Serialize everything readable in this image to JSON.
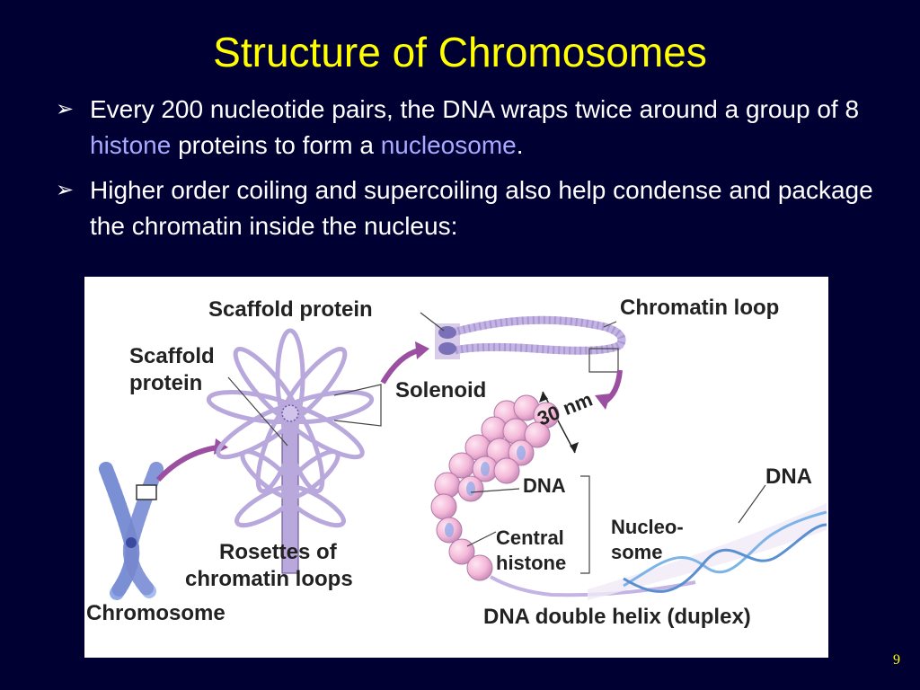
{
  "slide": {
    "title": "Structure of Chromosomes",
    "page_number": "9",
    "bullet_marker": "➢",
    "bullets": [
      {
        "t1": "Every 200 nucleotide pairs, the DNA wraps twice around a group of 8 ",
        "h1": "histone",
        "t2": " proteins to form a ",
        "h2": "nucleosome",
        "t3": "."
      },
      {
        "text": "Higher order coiling and supercoiling also help condense and package the chromatin inside the nucleus:"
      }
    ]
  },
  "figure": {
    "labels": {
      "scaffold_protein_top": "Scaffold protein",
      "chromatin_loop": "Chromatin loop",
      "scaffold_protein_left_1": "Scaffold",
      "scaffold_protein_left_2": "protein",
      "solenoid": "Solenoid",
      "thirty_nm": "30 nm",
      "dna_center": "DNA",
      "dna_right": "DNA",
      "nucleosome_1": "Nucleo-",
      "nucleosome_2": "some",
      "central_histone_1": "Central",
      "central_histone_2": "histone",
      "rosettes_1": "Rosettes of",
      "rosettes_2": "chromatin loops",
      "chromosome": "Chromosome",
      "dna_double_helix": "DNA double helix (duplex)"
    },
    "colors": {
      "strand": "#b8a8dc",
      "strand_dark": "#6e5a9c",
      "bead": "#f4b8d8",
      "bead_dark": "#c88ab8",
      "core": "#8fa8e8",
      "arrow": "#9b4fa0",
      "label": "#222222"
    }
  }
}
